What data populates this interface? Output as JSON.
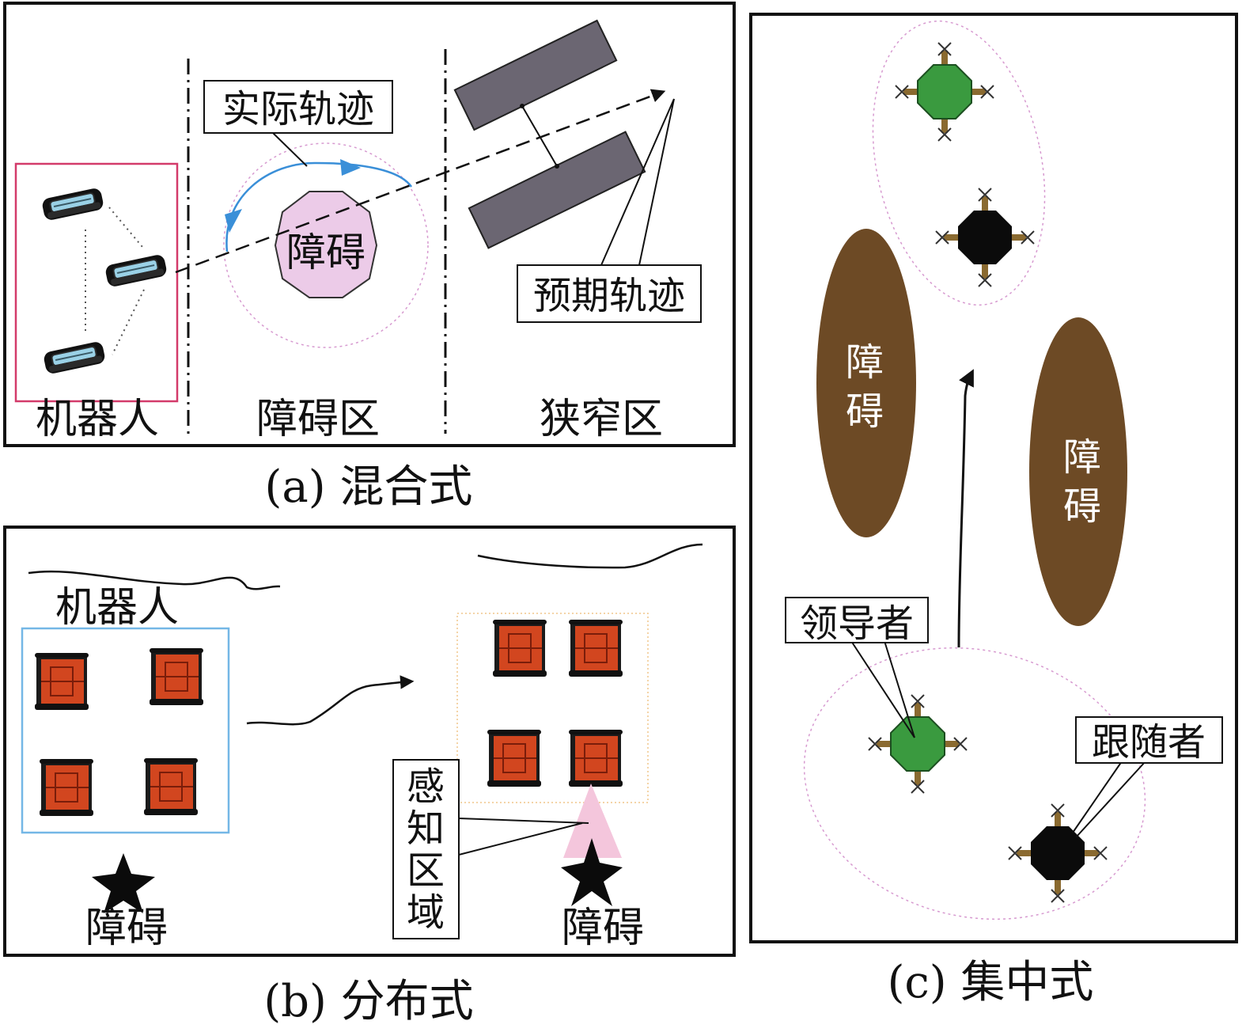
{
  "panel_a": {
    "caption": "(a) 混合式",
    "zone_robot": "机器人",
    "zone_obstacle": "障碍区",
    "zone_narrow": "狭窄区",
    "actual_trajectory": "实际轨迹",
    "expected_trajectory": "预期轨迹",
    "obstacle": "障碍"
  },
  "panel_b": {
    "caption": "(b) 分布式",
    "robots": "机器人",
    "obstacle_left": "障碍",
    "obstacle_right": "障碍",
    "perception_area": [
      "感",
      "知",
      "区",
      "域"
    ]
  },
  "panel_c": {
    "caption": "(c) 集中式",
    "obstacle_left": [
      "障",
      "碍"
    ],
    "obstacle_right": [
      "障",
      "碍"
    ],
    "leader": "领导者",
    "follower": "跟随者"
  },
  "colors": {
    "robot_box": "#d33b6a",
    "blue_box": "#74b7e6",
    "trajectory": "#3a8fd8",
    "obstacle_octagon": "#eccbe8",
    "narrow_bar": "#6b6672",
    "robot_red": "#d2461f",
    "perception_cone": "#f4c6dc",
    "leader_green": "#3a9a3f",
    "brown_obstacle": "#6d4a25"
  }
}
